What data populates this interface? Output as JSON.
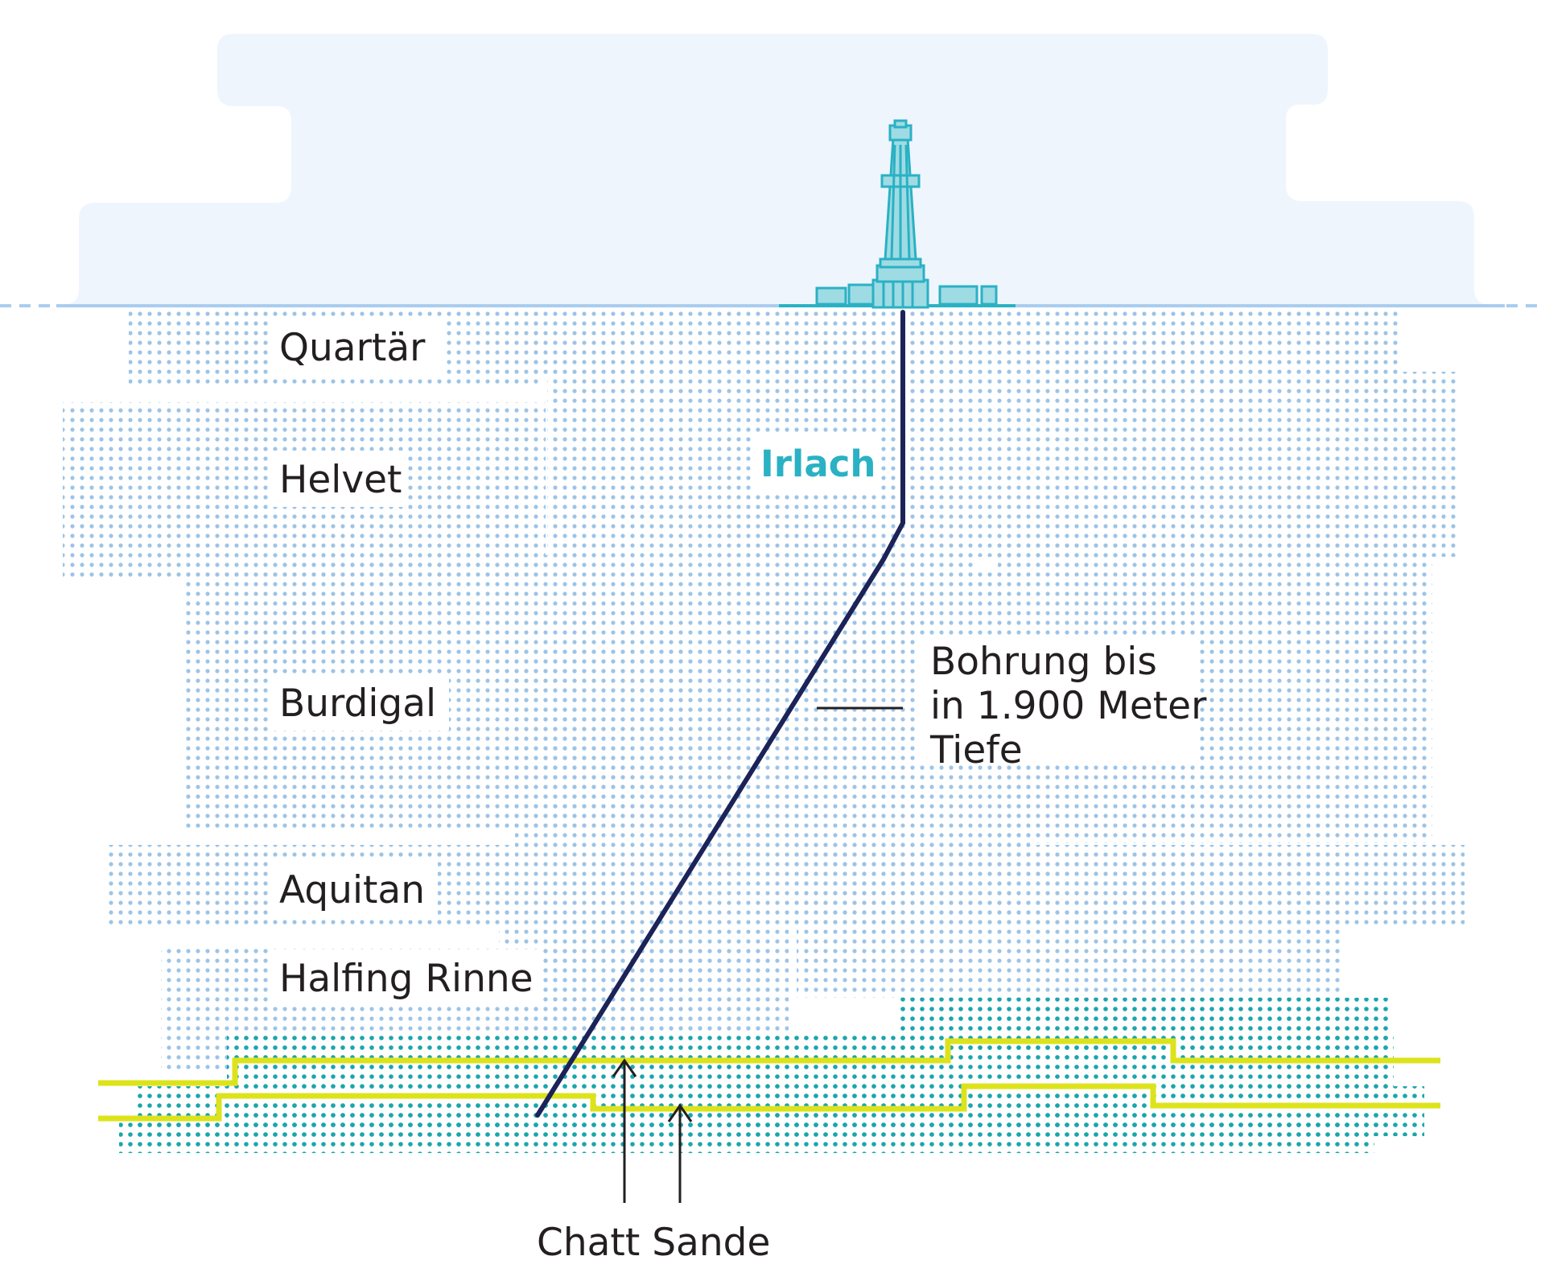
{
  "layers": [
    {
      "id": "quartaer",
      "label": "Quartär"
    },
    {
      "id": "helvet",
      "label": "Helvet"
    },
    {
      "id": "burdigal",
      "label": "Burdigal"
    },
    {
      "id": "aquitan",
      "label": "Aquitan"
    },
    {
      "id": "halfing",
      "label": "Halfing Rinne"
    }
  ],
  "well": {
    "name": "Irlach",
    "callout": [
      "Bohrung bis",
      "in 1.900 Meter",
      "Tiefe"
    ]
  },
  "target": {
    "label": "Chatt Sande"
  },
  "colors": {
    "sky": "#eef5fd",
    "ground_line": "#a9cdef",
    "dots_upper": "#9cc4e8",
    "dots_lower": "#1aa6ad",
    "sand_lines": "#dde31b",
    "well_path": "#1b2358",
    "rig": "#2ab1c4",
    "text": "#231f20"
  },
  "icons": [
    "drilling-rig-icon",
    "arrow-up-icon"
  ]
}
